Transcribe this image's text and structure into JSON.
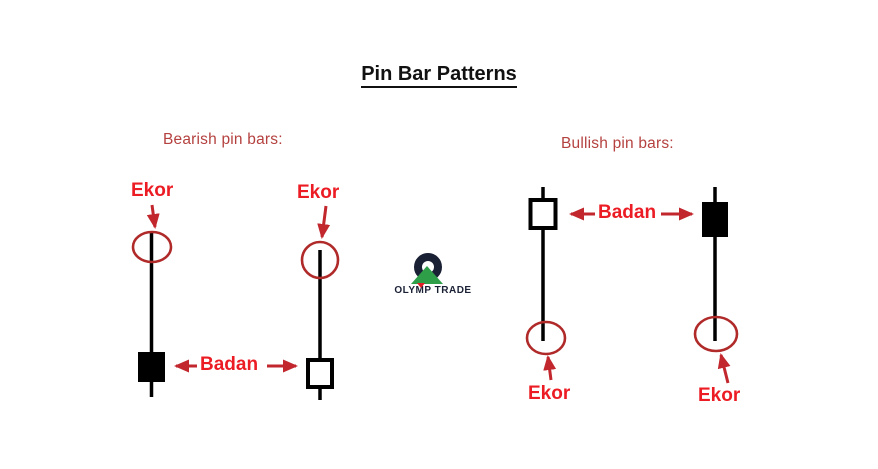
{
  "page_title": "Pin Bar Patterns",
  "sections": {
    "bearish": {
      "heading": "Bearish pin bars:",
      "candle1": {
        "ekor_label": "Ekor",
        "body_style": "filled",
        "tail_position": "top"
      },
      "candle2": {
        "ekor_label": "Ekor",
        "body_style": "hollow",
        "tail_position": "top"
      },
      "badan_label": "Badan"
    },
    "bullish": {
      "heading": "Bullish pin bars:",
      "candle1": {
        "ekor_label": "Ekor",
        "body_style": "hollow",
        "tail_position": "bottom"
      },
      "candle2": {
        "ekor_label": "Ekor",
        "body_style": "filled",
        "tail_position": "bottom"
      },
      "badan_label": "Badan"
    }
  },
  "logo": {
    "text": "OLYMP TRADE"
  },
  "colors": {
    "label_red": "#ec1c24",
    "heading_red": "#b4413f",
    "annotation_red": "#c1272d",
    "candle_black": "#000000",
    "logo_navy": "#1b2135",
    "logo_green": "#2f9e49",
    "background": "#ffffff"
  }
}
